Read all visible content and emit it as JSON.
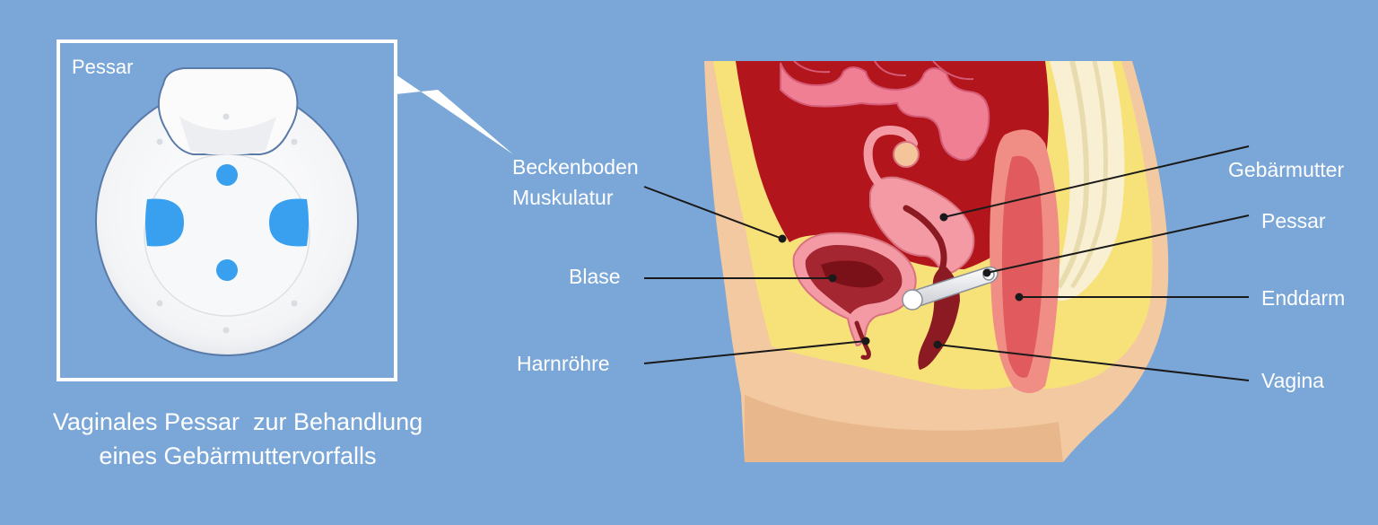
{
  "inset": {
    "label": "Pessar"
  },
  "caption": {
    "line1": "Vaginales Pessar  zur Behandlung",
    "line2": "eines Gebärmuttervorfalls"
  },
  "labels": {
    "beckenboden_line1": "Beckenboden",
    "beckenboden_line2": "Muskulatur",
    "blase": "Blase",
    "harnroehre": "Harnröhre",
    "gebaermutter": "Gebärmutter",
    "pessar": "Pessar",
    "enddarm": "Enddarm",
    "vagina": "Vagina"
  },
  "colors": {
    "background": "#7aa7d8",
    "skin": "#f2c9a0",
    "fat": "#f7e27a",
    "cavity": "#b2161c",
    "uterus": "#f39aa5",
    "intestine": "#f07f94",
    "bladder": "#a32630",
    "rectum": "#e05a5e",
    "pessary_white": "#ffffff",
    "pessary_blue": "#38a0ee",
    "leader_line": "#1a1a1a"
  }
}
